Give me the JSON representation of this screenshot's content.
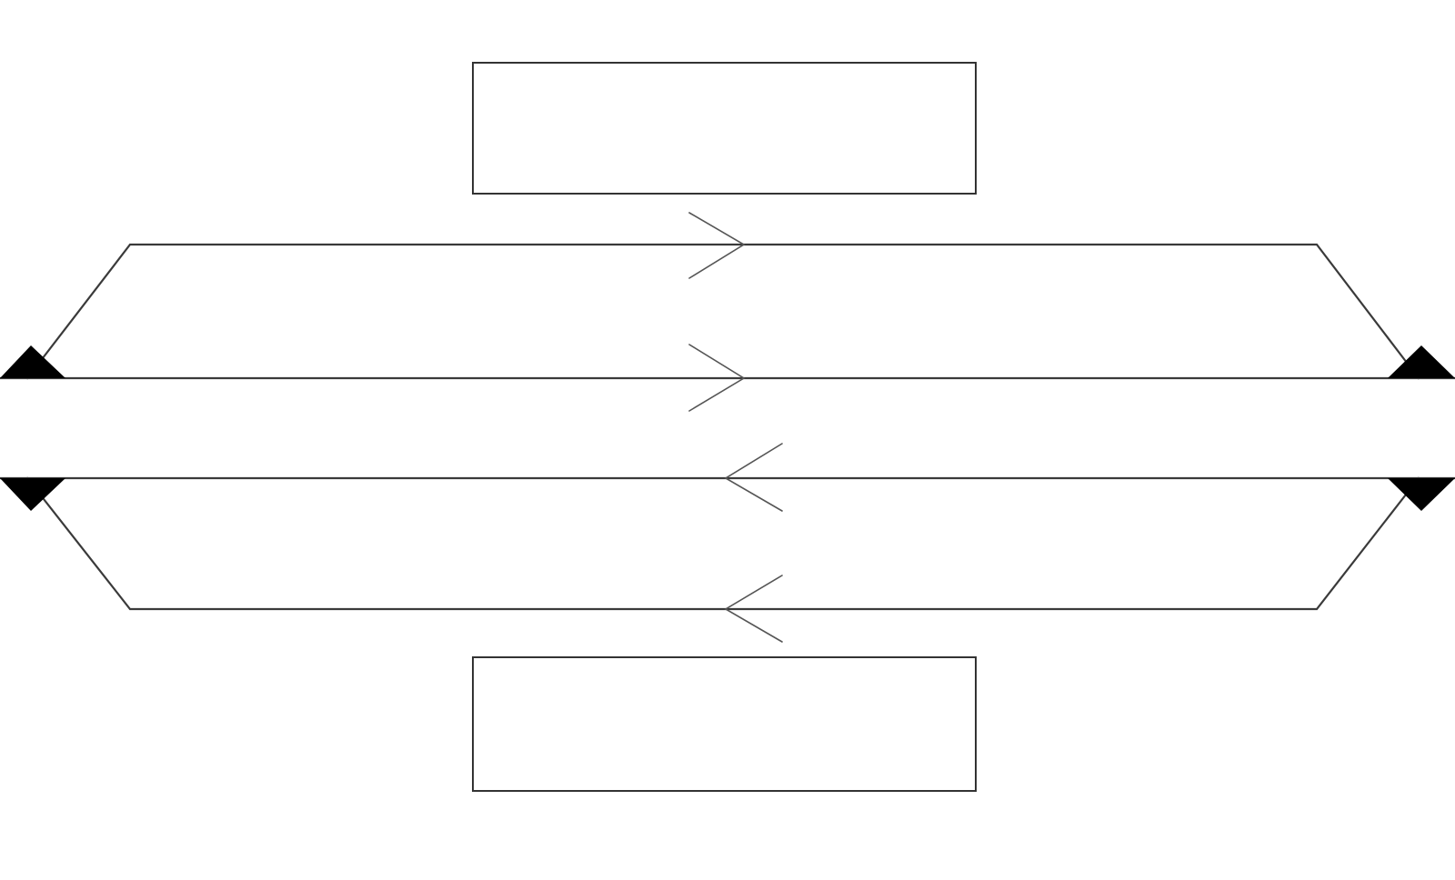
{
  "diagram": {
    "colors": {
      "background": "#ffffff",
      "track": "#3a3a3a",
      "arrow": "#555555",
      "marker": "#000000",
      "platform_fill": "#ffffff",
      "platform_stroke": "#333333"
    },
    "platforms": [
      {
        "id": "platform-top",
        "label": ""
      },
      {
        "id": "platform-bottom",
        "label": ""
      }
    ],
    "tracks": [
      {
        "id": "track-1",
        "direction": "right"
      },
      {
        "id": "track-2",
        "direction": "right"
      },
      {
        "id": "track-3",
        "direction": "left"
      },
      {
        "id": "track-4",
        "direction": "left"
      }
    ],
    "switch_markers": [
      {
        "id": "switch-top-left"
      },
      {
        "id": "switch-top-right"
      },
      {
        "id": "switch-bottom-left"
      },
      {
        "id": "switch-bottom-right"
      }
    ]
  }
}
